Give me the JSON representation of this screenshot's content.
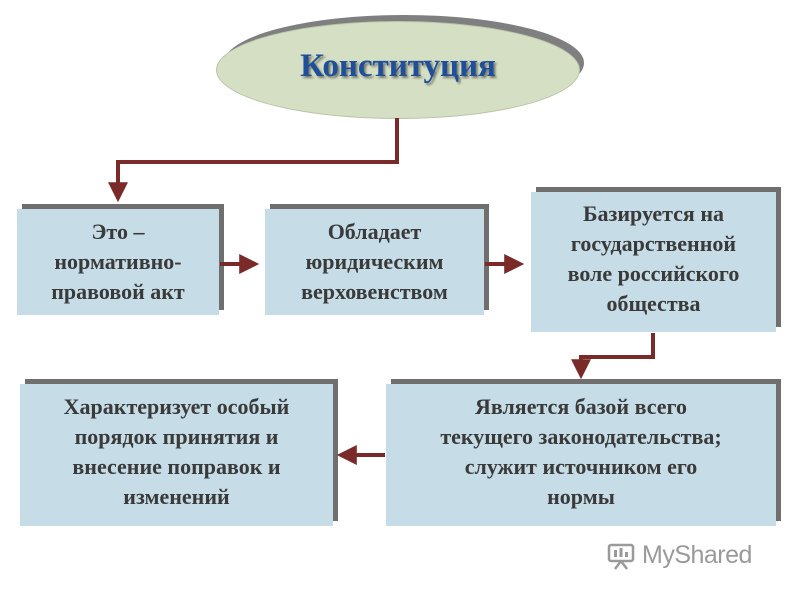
{
  "title": "Конституция",
  "boxes": {
    "b1": "Это –\nнормативно-\nправовой акт",
    "b2": "Обладает\nюридическим\nверховенством",
    "b3": "Базируется на\nгосударственной\nволе российского\nобщества",
    "b4": "Является базой всего\nтекущего законодательства;\nслужит источником его\nнормы",
    "b5": "Характеризует особый\nпорядок принятия и\nвнесение поправок и\nизменений"
  },
  "colors": {
    "connector": "#7b2a2a",
    "box_fill": "#c6dde8",
    "ellipse_fill": "#d5dfc4",
    "title_text": "#1f4f9a"
  },
  "logo": {
    "name": "MyShared"
  }
}
